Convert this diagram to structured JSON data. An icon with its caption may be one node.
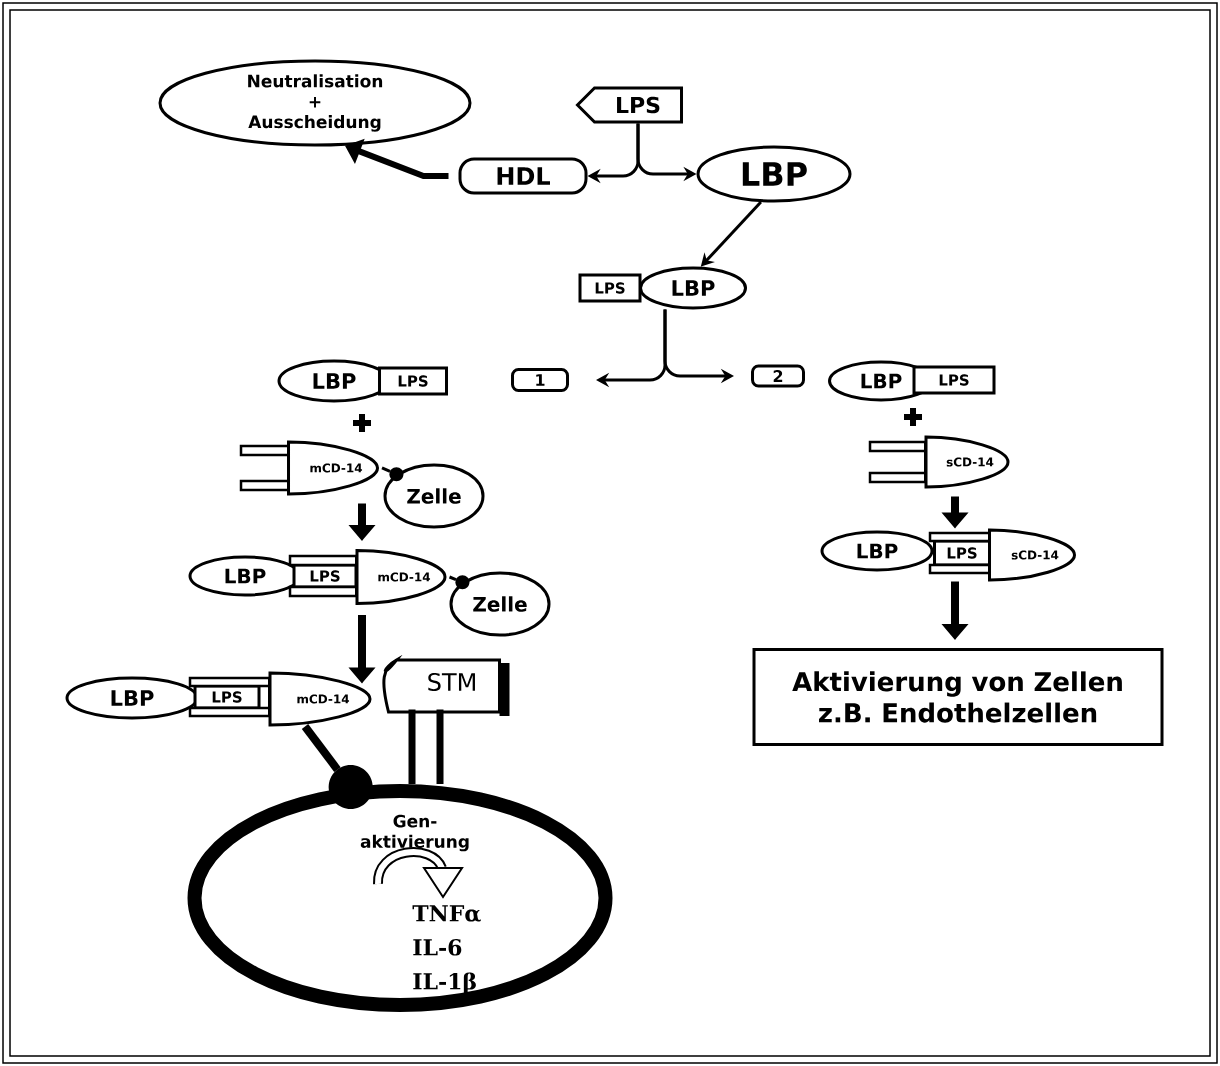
{
  "diagram": {
    "nodes": [
      {
        "text": [
          "Neutralisation",
          "+",
          "Ausscheidung"
        ]
      },
      {
        "text": [
          "LPS"
        ]
      },
      {
        "text": [
          "HDL"
        ]
      },
      {
        "text": [
          "LBP"
        ]
      },
      {
        "text": [
          "LPS"
        ]
      },
      {
        "text": [
          "LBP"
        ]
      },
      {
        "text": [
          "1"
        ]
      },
      {
        "text": [
          "2"
        ]
      },
      {
        "text": [
          "LBP"
        ]
      },
      {
        "text": [
          "LPS"
        ]
      },
      {
        "text": [
          "mCD-14"
        ]
      },
      {
        "text": [
          "Zelle"
        ]
      },
      {
        "text": [
          "LBP"
        ]
      },
      {
        "text": [
          "LPS"
        ]
      },
      {
        "text": [
          "mCD-14"
        ]
      },
      {
        "text": [
          "Zelle"
        ]
      },
      {
        "text": [
          "LBP"
        ]
      },
      {
        "text": [
          "LPS"
        ]
      },
      {
        "text": [
          "mCD-14"
        ]
      },
      {
        "text": [
          "STM"
        ]
      },
      {
        "text": [
          "Gen- aktivierung",
          "TNFα IL-6 IL-1β"
        ]
      },
      {
        "text": [
          "LBP"
        ]
      },
      {
        "text": [
          "LPS"
        ]
      },
      {
        "text": [
          "sCD-14"
        ]
      },
      {
        "text": [
          "LBP"
        ]
      },
      {
        "text": [
          "LPS"
        ]
      },
      {
        "text": [
          "sCD-14"
        ]
      },
      {
        "text": [
          "Aktivierung von Zellen z.B. Endothelzellen"
        ]
      }
    ],
    "edges": [
      {
        "from": 1,
        "to": 2,
        "arrow": "to"
      },
      {
        "from": 1,
        "to": 3,
        "arrow": "to"
      },
      {
        "from": 2,
        "to": 0,
        "arrow": "to"
      },
      {
        "from": 3,
        "to": 5,
        "arrow": "to"
      },
      {
        "from": 5,
        "to": 6,
        "arrow": "to"
      },
      {
        "from": 5,
        "to": 7,
        "arrow": "to"
      },
      {
        "from": 10,
        "to": 11,
        "arrow": "other"
      },
      {
        "from": 10,
        "to": 14,
        "arrow": "to"
      },
      {
        "from": 14,
        "to": 15,
        "arrow": "other"
      },
      {
        "from": 14,
        "to": 18,
        "arrow": "to"
      },
      {
        "from": 18,
        "to": 20,
        "arrow": "other"
      },
      {
        "from": 19,
        "to": 20,
        "arrow": "none"
      },
      {
        "from": 19,
        "to": 20,
        "arrow": "none"
      },
      {
        "from": 23,
        "to": 26,
        "arrow": "to"
      },
      {
        "from": 26,
        "to": 27,
        "arrow": "to"
      }
    ]
  }
}
